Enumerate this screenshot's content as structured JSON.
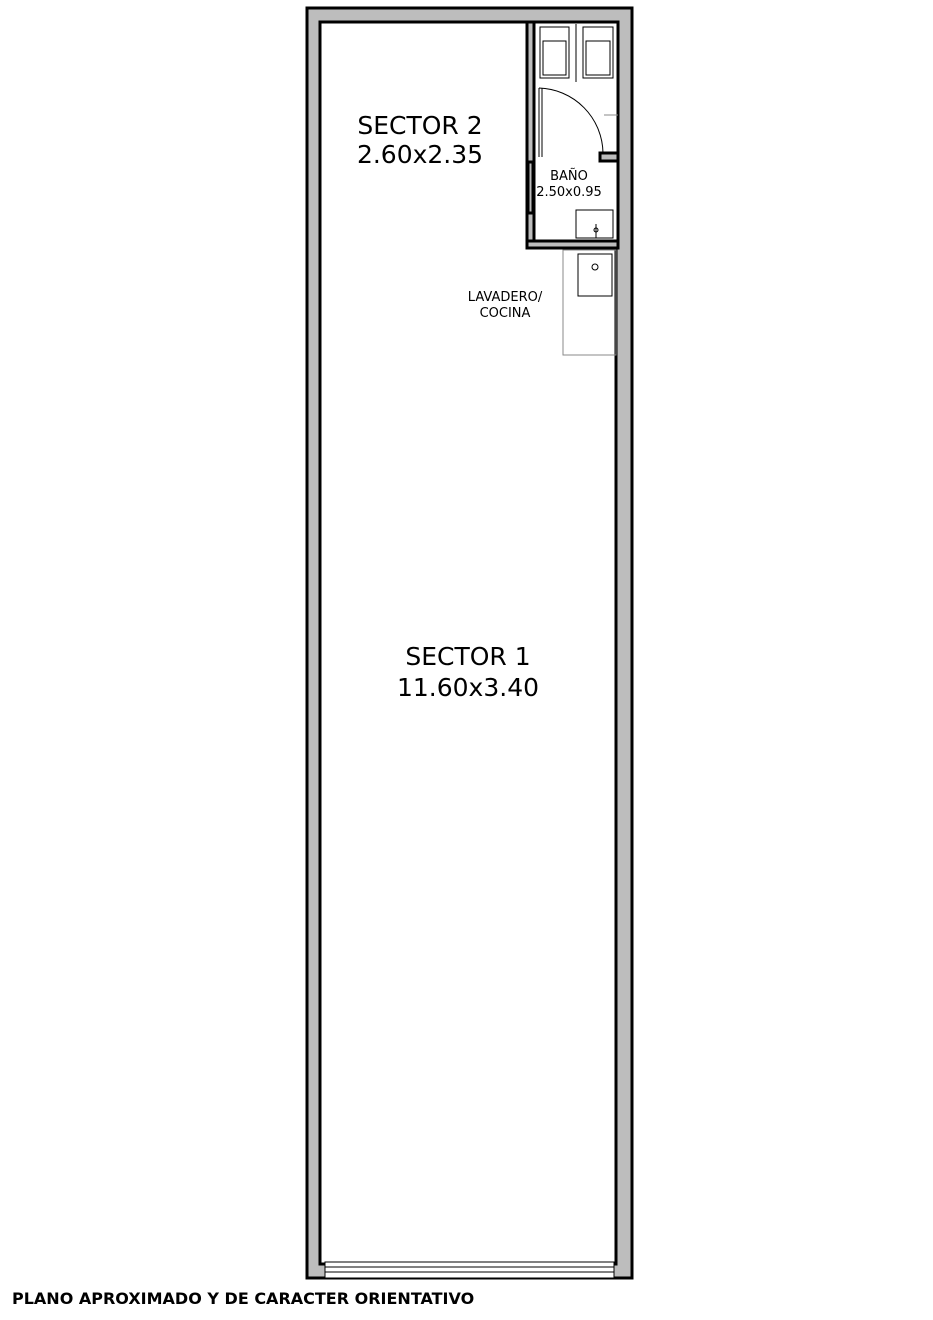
{
  "rooms": {
    "sector2": {
      "name": "SECTOR 2",
      "dimensions": "2.60x2.35"
    },
    "bano": {
      "name": "BAÑO",
      "dimensions": "2.50x0.95"
    },
    "lavadero": {
      "name_line1": "LAVADERO/",
      "name_line2": "COCINA"
    },
    "sector1": {
      "name": "SECTOR 1",
      "dimensions": "11.60x3.40"
    }
  },
  "footer": {
    "note": "PLANO APROXIMADO Y DE CARACTER ORIENTATIVO"
  },
  "colors": {
    "wall_fill": "#bdbdbd",
    "line": "#000000",
    "background": "#ffffff"
  }
}
